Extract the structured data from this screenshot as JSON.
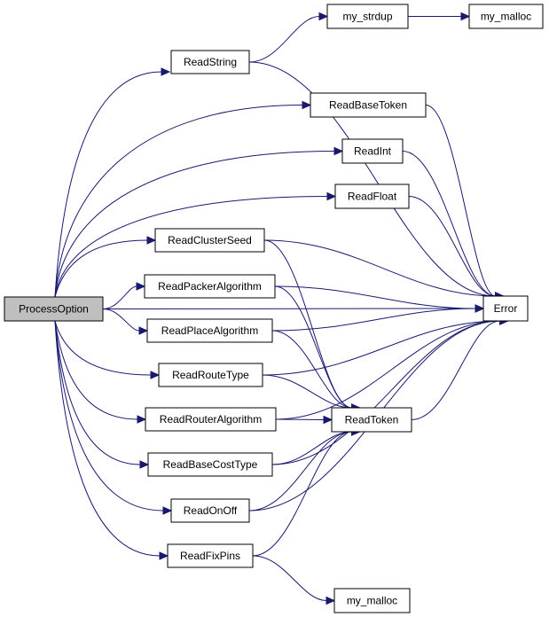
{
  "nodes": [
    {
      "id": "ProcessOption",
      "label": "ProcessOption",
      "root": true
    },
    {
      "id": "ReadString",
      "label": "ReadString"
    },
    {
      "id": "my_strdup",
      "label": "my_strdup"
    },
    {
      "id": "my_malloc_top",
      "label": "my_malloc"
    },
    {
      "id": "ReadBaseToken",
      "label": "ReadBaseToken"
    },
    {
      "id": "ReadInt",
      "label": "ReadInt"
    },
    {
      "id": "ReadFloat",
      "label": "ReadFloat"
    },
    {
      "id": "ReadClusterSeed",
      "label": "ReadClusterSeed"
    },
    {
      "id": "ReadPackerAlgorithm",
      "label": "ReadPackerAlgorithm"
    },
    {
      "id": "ReadPlaceAlgorithm",
      "label": "ReadPlaceAlgorithm"
    },
    {
      "id": "ReadRouteType",
      "label": "ReadRouteType"
    },
    {
      "id": "ReadRouterAlgorithm",
      "label": "ReadRouterAlgorithm"
    },
    {
      "id": "ReadBaseCostType",
      "label": "ReadBaseCostType"
    },
    {
      "id": "ReadOnOff",
      "label": "ReadOnOff"
    },
    {
      "id": "ReadFixPins",
      "label": "ReadFixPins"
    },
    {
      "id": "my_malloc_bottom",
      "label": "my_malloc"
    },
    {
      "id": "Error",
      "label": "Error"
    },
    {
      "id": "ReadToken",
      "label": "ReadToken"
    }
  ],
  "edges": [
    [
      "ProcessOption",
      "ReadString"
    ],
    [
      "ProcessOption",
      "ReadBaseToken"
    ],
    [
      "ProcessOption",
      "ReadInt"
    ],
    [
      "ProcessOption",
      "ReadFloat"
    ],
    [
      "ProcessOption",
      "ReadClusterSeed"
    ],
    [
      "ProcessOption",
      "ReadPackerAlgorithm"
    ],
    [
      "ProcessOption",
      "ReadPlaceAlgorithm"
    ],
    [
      "ProcessOption",
      "ReadRouteType"
    ],
    [
      "ProcessOption",
      "ReadRouterAlgorithm"
    ],
    [
      "ProcessOption",
      "ReadBaseCostType"
    ],
    [
      "ProcessOption",
      "ReadOnOff"
    ],
    [
      "ProcessOption",
      "ReadFixPins"
    ],
    [
      "ProcessOption",
      "Error"
    ],
    [
      "ReadString",
      "my_strdup"
    ],
    [
      "ReadString",
      "Error"
    ],
    [
      "my_strdup",
      "my_malloc_top"
    ],
    [
      "ReadBaseToken",
      "Error"
    ],
    [
      "ReadInt",
      "Error"
    ],
    [
      "ReadFloat",
      "Error"
    ],
    [
      "ReadClusterSeed",
      "Error"
    ],
    [
      "ReadClusterSeed",
      "ReadToken"
    ],
    [
      "ReadPackerAlgorithm",
      "Error"
    ],
    [
      "ReadPackerAlgorithm",
      "ReadToken"
    ],
    [
      "ReadPlaceAlgorithm",
      "Error"
    ],
    [
      "ReadPlaceAlgorithm",
      "ReadToken"
    ],
    [
      "ReadRouteType",
      "Error"
    ],
    [
      "ReadRouteType",
      "ReadToken"
    ],
    [
      "ReadRouterAlgorithm",
      "ReadToken"
    ],
    [
      "ReadRouterAlgorithm",
      "Error"
    ],
    [
      "ReadBaseCostType",
      "ReadToken"
    ],
    [
      "ReadBaseCostType",
      "Error"
    ],
    [
      "ReadOnOff",
      "ReadToken"
    ],
    [
      "ReadOnOff",
      "Error"
    ],
    [
      "ReadFixPins",
      "ReadToken"
    ],
    [
      "ReadFixPins",
      "my_malloc_bottom"
    ],
    [
      "ReadToken",
      "Error"
    ]
  ],
  "colors": {
    "edge": "#191970",
    "root_fill": "#bfbfbf",
    "node_fill": "#ffffff",
    "border": "#000000"
  }
}
